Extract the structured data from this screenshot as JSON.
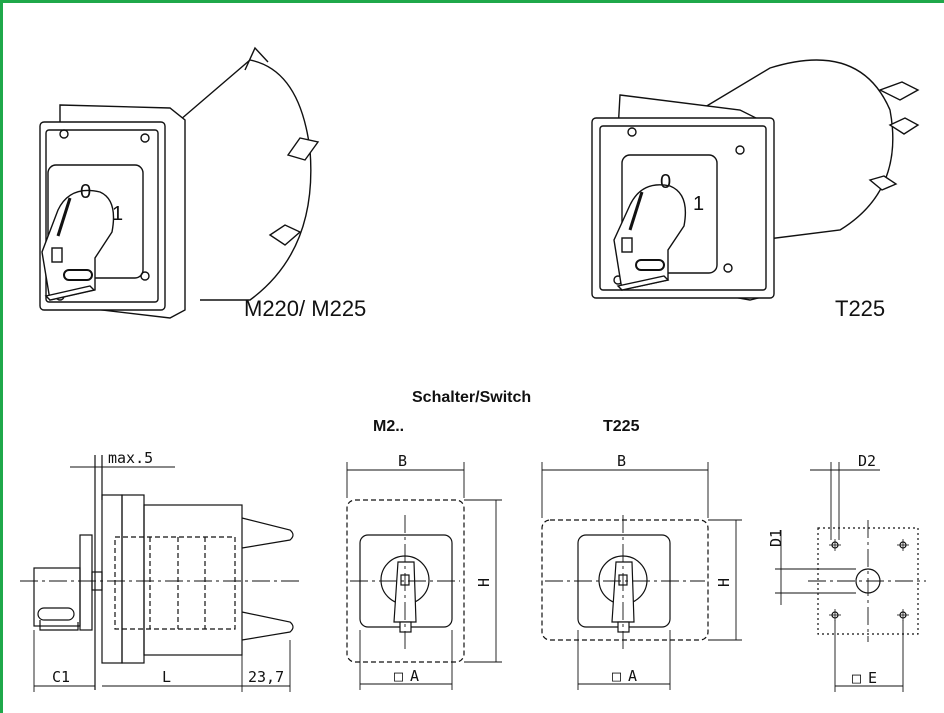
{
  "colors": {
    "frame": "#1fa84a",
    "ink": "#111111"
  },
  "products": [
    {
      "label": "M220/ M225",
      "knob_positions": [
        "0",
        "1"
      ]
    },
    {
      "label": "T225",
      "knob_positions": [
        "0",
        "1"
      ]
    }
  ],
  "drawing_title": "Schalter/Switch",
  "variants": [
    "M2..",
    "T225"
  ],
  "dimensions": {
    "side": {
      "max": "max.5",
      "c1": "C1",
      "l": "L",
      "tail": "23,7"
    },
    "front_m2": {
      "b": "B",
      "h": "H",
      "a": "A"
    },
    "front_t225": {
      "b": "B",
      "h": "H",
      "a": "A"
    },
    "cutout": {
      "d1": "D1",
      "d2": "D2",
      "e": "E"
    }
  }
}
